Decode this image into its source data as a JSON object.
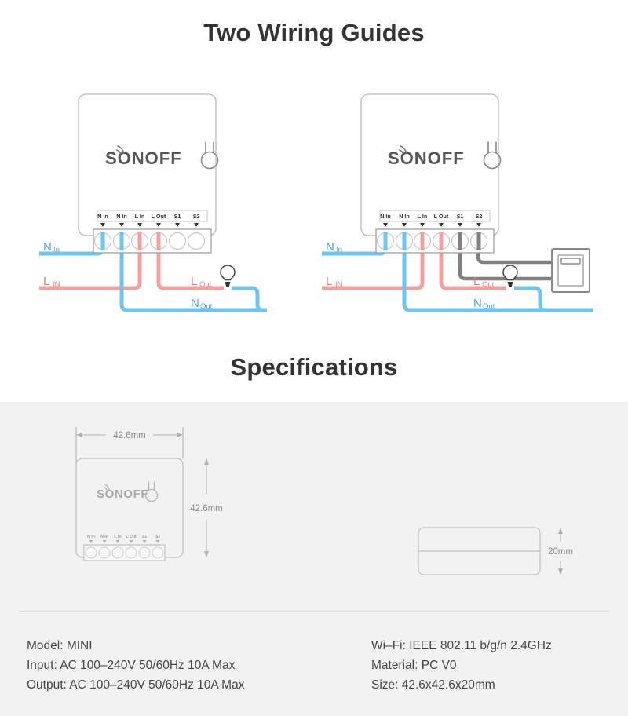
{
  "sections": {
    "wiring": {
      "title": "Two Wiring Guides"
    },
    "specifications": {
      "title": "Specifications",
      "dimensions": {
        "width_label": "42.6mm",
        "height_label": "42.6mm",
        "depth_label": "20mm"
      },
      "left_column": [
        "Model: MINI",
        "Input: AC 100–240V 50/60Hz 10A Max",
        "Output: AC 100–240V 50/60Hz 10A Max"
      ],
      "right_column": [
        "Wi–Fi: IEEE 802.11 b/g/n 2.4GHz",
        "Material: PC V0",
        "Size: 42.6x42.6x20mm"
      ]
    }
  },
  "device": {
    "brand": "SONOFF",
    "terminals": [
      "N In",
      "N In",
      "L In",
      "L Out",
      "S1",
      "S2"
    ],
    "terminal_wire_colors": [
      "#6ec6f0",
      "#6ec6f0",
      "#f4a0a0",
      "#f4a0a0",
      "none",
      "none"
    ]
  },
  "diagram1": {
    "labels": {
      "n_in_main": "N",
      "n_in_sub": "In",
      "l_in_main": "L",
      "l_in_sub": "IN",
      "l_out_main": "L",
      "l_out_sub": "Out",
      "n_out_main": "N",
      "n_out_sub": "Out"
    }
  },
  "diagram2": {
    "labels": {
      "n_in_main": "N",
      "n_in_sub": "In",
      "l_in_main": "L",
      "l_in_sub": "IN",
      "l_out_main": "L",
      "l_out_sub": "Out",
      "n_out_main": "N",
      "n_out_sub": "Out"
    }
  },
  "colors": {
    "neutral_blue": "#6ec6f0",
    "live_red": "#f4a0a0",
    "switch_gray": "#808080",
    "device_outline": "#b8b8b8",
    "text_dark": "#333333",
    "spec_bg": "#f2f2f2",
    "page_bg": "#ffffff"
  }
}
